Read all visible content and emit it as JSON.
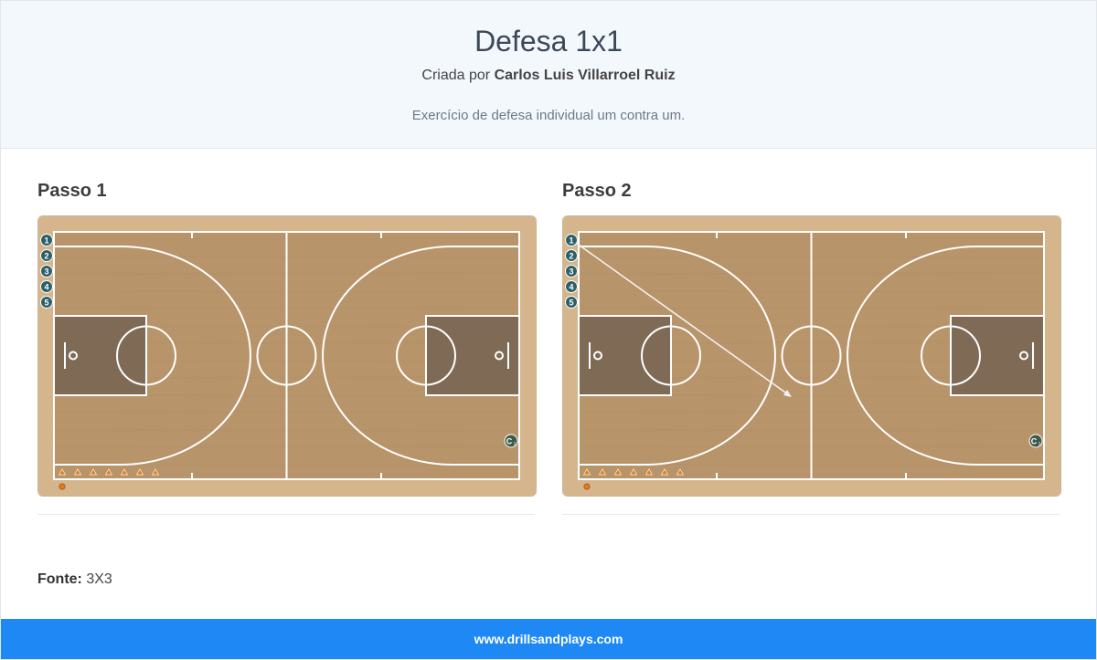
{
  "header": {
    "title": "Defesa 1x1",
    "author_prefix": "Criada por",
    "author_name": "Carlos Luis Villarroel Ruiz",
    "description": "Exercício de defesa individual um contra um."
  },
  "steps": [
    {
      "label": "Passo 1",
      "has_arrow": false
    },
    {
      "label": "Passo 2",
      "has_arrow": true
    }
  ],
  "court": {
    "player_numbers": [
      "1",
      "2",
      "3",
      "4",
      "5"
    ],
    "coach_label": "C",
    "coach_subscript": "1",
    "cone_count": 7,
    "colors": {
      "floor": "#b8946a",
      "paint": "#7e6a55",
      "player": "#2f5f66",
      "coach": "#3e5a47",
      "cone": "#e07b1f"
    }
  },
  "source": {
    "label": "Fonte:",
    "value": "3X3"
  },
  "footer": {
    "text": "www.drillsandplays.com"
  }
}
